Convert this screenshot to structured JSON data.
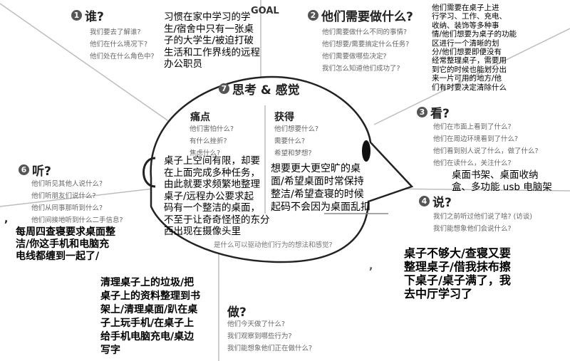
{
  "goal_label": "GOAL",
  "sections": {
    "who": {
      "num": "1",
      "title": "谁?",
      "questions": [
        "我们要去了解谁?",
        "他们在什么境况下?",
        "他们处在什么角色中?"
      ]
    },
    "do_need": {
      "num": "2",
      "title": "他们需要做什么?",
      "questions": [
        "他们需要做什么不同的事情?",
        "他们想要/需要搞定什么任务?",
        "他们需要做哪些决定?",
        "我们怎么知道他们成功了?"
      ]
    },
    "see": {
      "num": "3",
      "title": "看?",
      "questions": [
        "他们在市面上看到了什么?",
        "他们在周边环境看到了什么?",
        "他们看到别人说了什么，做了什么?",
        "他们在读什么，关注什么?"
      ]
    },
    "say": {
      "num": "4",
      "title": "说?",
      "questions": [
        "我们之前听过他们说了啥? (访谈)",
        "我们能想象他们会说什么?"
      ]
    },
    "do": {
      "title": "做?",
      "questions": [
        "他们今天做了什么?",
        "我们观察到哪些行为?",
        "我们能想象他们正在做什么?"
      ]
    },
    "hear": {
      "num": "6",
      "title": "听?",
      "questions": [
        "他们听见其他人说什么?",
        "他们听朋友们说什么?",
        "他们从同事那听到什么?",
        "他们间接地听到什么二手信息?"
      ]
    },
    "think": {
      "num": "7",
      "title": "思考 & 感觉",
      "bottom_q": "是什么可以驱动他们行为的想法和感觉?"
    },
    "pains": {
      "title": "痛点",
      "questions": [
        "他们害怕什么?",
        "有什么挫折?",
        "焦虑什么?"
      ]
    },
    "gains": {
      "title": "获得",
      "questions": [
        "他们想要什么?",
        "需要什么?",
        "希望和梦想?"
      ]
    }
  },
  "notes": {
    "who": [
      "习惯在家中学习的学",
      "生/宿舍中只有一张桌",
      "子的大学生/被迫打破",
      "生活和工作界线的远程",
      "办公职员"
    ],
    "do_need": [
      "他们需要在桌子上进",
      "行学习、工作、充电、",
      "收纳、装饰等多种事",
      "情/他们想要为桌子的功能",
      "区进行一个清晰的划",
      "分/他们想要即便没有",
      "经常整理桌子，需要用",
      "到它的时候也能划分出",
      "来一片可用的地方/他",
      "们有时要决定清除什么"
    ],
    "see": [
      "桌面书架、桌面收纳",
      "盒、多功能 usb 电脑架"
    ],
    "pains": [
      "桌子上空间有限，却要",
      "在上面完成多种任务，",
      "由此就要求频繁地整理",
      "桌子/远程办公要求起",
      "码有一个整洁的桌面，",
      "不至于让奇奇怪怪的东分",
      "西出现在摄像头里"
    ],
    "gains": [
      "想要更大更空旷的桌",
      "面/希望桌面时常保持",
      "整洁/希望查寝的时候",
      "起码不会因为桌面乱扣"
    ],
    "hear": [
      "每周四查寝要求桌面整",
      "洁/你这手机和电脑充",
      "电线都缠到一起了/"
    ],
    "say": [
      "桌子不够大/查寝又要",
      "整理桌子/借我抹布擦",
      "下桌子/桌子满了，我",
      "去中厅学习了"
    ],
    "do": [
      "清理桌子上的垃圾/把",
      "桌子上的资料整理到书",
      "架上/清理桌面/趴在桌",
      "子上玩手机/在桌子上",
      "给手机电脑充电/桌边",
      "写字"
    ]
  },
  "stray_marks": {
    "left_comma": ",",
    "mid_comma": ","
  }
}
